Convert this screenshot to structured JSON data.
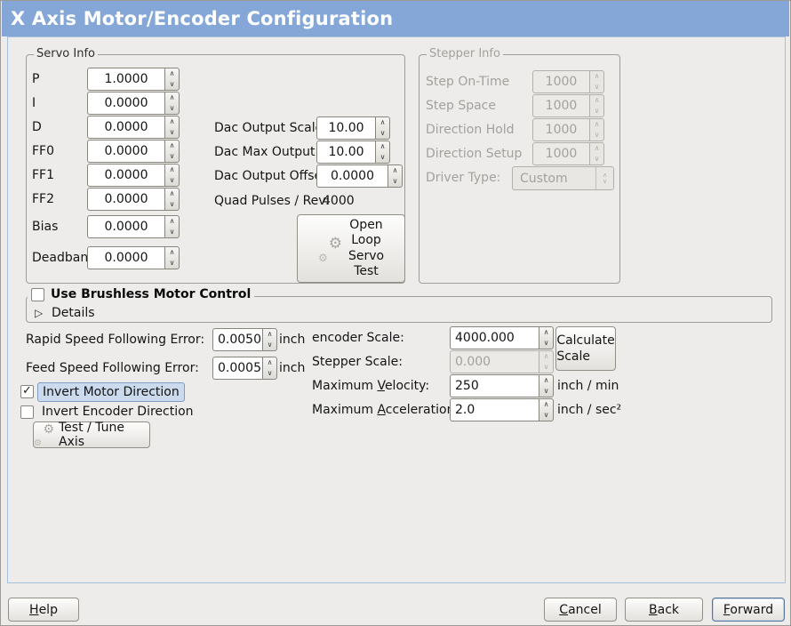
{
  "header": {
    "title": "X Axis Motor/Encoder Configuration"
  },
  "colors": {
    "titlebar": "#84a7d8",
    "highlight": "#cbdaec",
    "panel_border": "#a6c1db"
  },
  "icons": {
    "gear_icon": "⚙",
    "check_icon": "✓",
    "expander_icon": "▷",
    "spin_up": "∧",
    "spin_down": "∨"
  },
  "servo_info": {
    "frame_label": "Servo Info",
    "fields": [
      {
        "label": "P",
        "value": "1.0000"
      },
      {
        "label": "I",
        "value": "0.0000"
      },
      {
        "label": "D",
        "value": "0.0000"
      },
      {
        "label": "FF0",
        "value": "0.0000"
      },
      {
        "label": "FF1",
        "value": "0.0000"
      },
      {
        "label": "FF2",
        "value": "0.0000"
      },
      {
        "label": "Bias",
        "value": "0.0000"
      },
      {
        "label": "Deadband",
        "value": "0.0000"
      }
    ],
    "dac": [
      {
        "label": "Dac Output Scale:",
        "value": "10.00"
      },
      {
        "label": "Dac Max Output:",
        "value": "10.00"
      },
      {
        "label": "Dac Output Offset:",
        "value": "0.0000"
      }
    ],
    "quad_pulses_label": "Quad Pulses / Rev:",
    "quad_pulses_value": "4000",
    "open_loop_lines": [
      "Open",
      "Loop",
      "Servo",
      "Test"
    ]
  },
  "stepper_info": {
    "frame_label": "Stepper Info",
    "fields": [
      {
        "label": "Step On-Time",
        "value": "1000"
      },
      {
        "label": "Step Space",
        "value": "1000"
      },
      {
        "label": "Direction Hold",
        "value": "1000"
      },
      {
        "label": "Direction Setup",
        "value": "1000"
      }
    ],
    "driver_type_label": "Driver Type:",
    "driver_type_value": "Custom"
  },
  "brushless": {
    "checkbox_label": "Use Brushless Motor Control",
    "checkbox_checked": false,
    "details_label": "Details"
  },
  "tuning": {
    "rapid_error": {
      "label": "Rapid Speed Following Error:",
      "value": "0.0050",
      "unit": "inch"
    },
    "feed_error": {
      "label": "Feed Speed Following Error:",
      "value": "0.0005",
      "unit": "inch"
    },
    "invert_motor": {
      "label": "Invert Motor Direction",
      "checked": true
    },
    "invert_encoder": {
      "label": "Invert Encoder Direction",
      "checked": false
    },
    "test_tune_button": "Test / Tune Axis"
  },
  "scale": {
    "encoder_scale": {
      "label": "encoder Scale:",
      "value": "4000.000"
    },
    "stepper_scale": {
      "label": "Stepper Scale:",
      "value": "0.000"
    },
    "max_velocity": {
      "label": "Maximum Velocity:",
      "mnemonic": "V",
      "value": "250",
      "unit": "inch / min"
    },
    "max_accel": {
      "label": "Maximum Acceleration:",
      "mnemonic": "A",
      "value": "2.0",
      "unit": "inch / sec²"
    },
    "calculate_button": "Calculate Scale"
  },
  "footer": {
    "help": {
      "label": "Help",
      "mnemonic": "H"
    },
    "cancel": {
      "label": "Cancel",
      "mnemonic": "C"
    },
    "back": {
      "label": "Back",
      "mnemonic": "B"
    },
    "forward": {
      "label": "Forward",
      "mnemonic": "F"
    }
  }
}
